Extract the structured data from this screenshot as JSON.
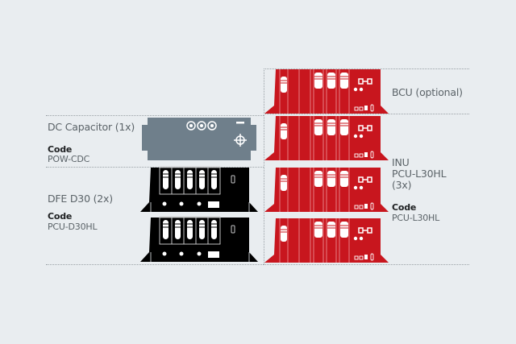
{
  "colors": {
    "background": "#e9edf0",
    "inu_red": "#c8161e",
    "dfe_black": "#000000",
    "capacitor_grey": "#6f7f8b",
    "dotted_line": "#9aa1a6"
  },
  "left": {
    "capacitor": {
      "title": "DC Capacitor (1x)",
      "code_label": "Code",
      "code": "POW-CDC"
    },
    "dfe": {
      "title": "DFE D30 (2x)",
      "code_label": "Code",
      "code": "PCU-D30HL",
      "count": 2
    }
  },
  "right": {
    "bcu": {
      "title": "BCU (optional)"
    },
    "inu": {
      "title_line1": "INU",
      "title_line2": "PCU-L30HL",
      "title_line3": "(3x)",
      "code_label": "Code",
      "code": "PCU-L30HL",
      "count": 3
    }
  }
}
